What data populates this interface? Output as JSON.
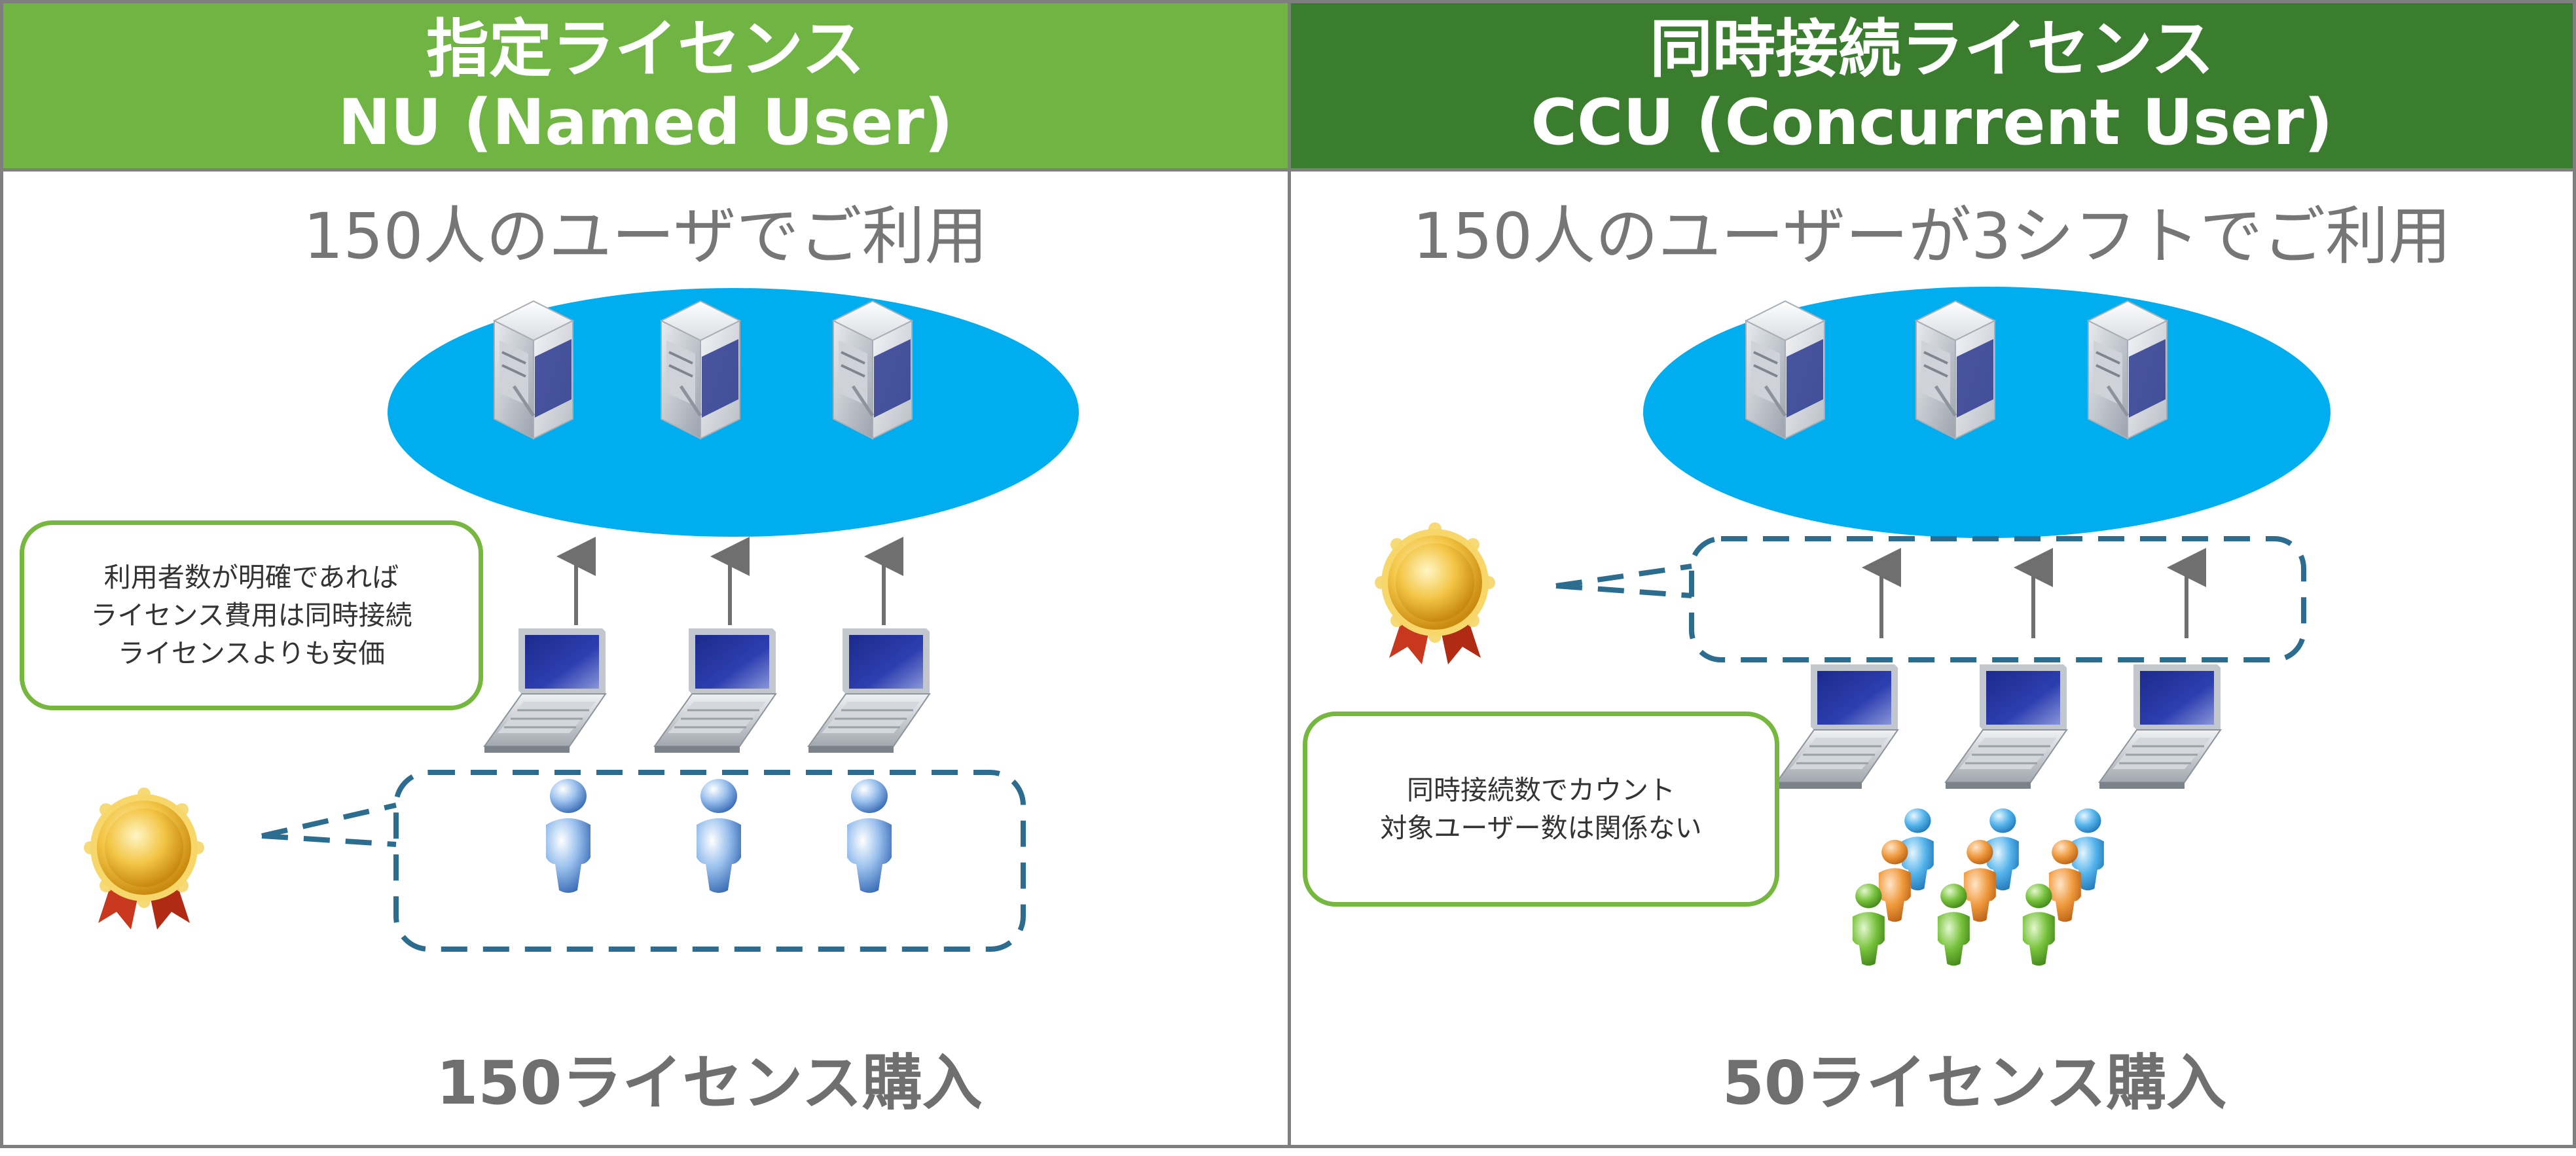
{
  "left": {
    "title_line1": "指定ライセンス",
    "title_line2": "NU (Named User)",
    "subtitle": "150人のユーザでご利用",
    "callout": [
      "利用者数が明確であれば",
      "ライセンス費用は同時接続",
      "ライセンスよりも安価"
    ],
    "result": "150ライセンス購入"
  },
  "right": {
    "title_line1": "同時接続ライセンス",
    "title_line2": "CCU (Concurrent User)",
    "subtitle": "150人のユーザーが3シフトでご利用",
    "callout": [
      "同時接続数でカウント",
      "対象ユーザー数は関係ない"
    ],
    "result": "50ライセンス購入"
  },
  "colors": {
    "nu_header": "#70b544",
    "ccu_header": "#3a7d2e",
    "cloud": "#00adef",
    "callout_border": "#76b83f",
    "dashed_box": "#2b6c8f",
    "user_orange": "#e8822a",
    "user_green": "#5fae2e",
    "user_blue": "#3d9ad6"
  },
  "icons": [
    "server-icon",
    "laptop-icon",
    "user-icon",
    "arrow-up-icon",
    "award-badge-icon"
  ]
}
